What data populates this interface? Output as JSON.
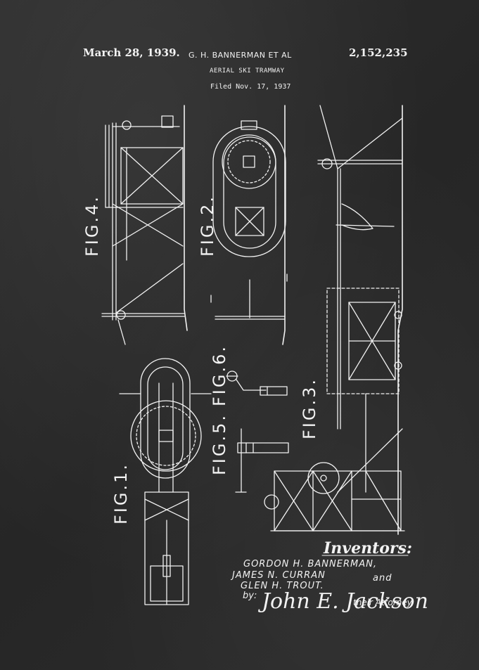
{
  "header": {
    "date": "March 28, 1939.",
    "inventors_short": "G. H. BANNERMAN ET AL",
    "patent_number": "2,152,235",
    "title": "AERIAL SKI TRAMWAY",
    "filed": "Filed Nov. 17, 1937"
  },
  "figures": {
    "fig1": "FIG.1.",
    "fig2": "FIG.2.",
    "fig3": "FIG.3.",
    "fig4": "FIG.4.",
    "fig5": "FIG.5.",
    "fig6": "FIG.6."
  },
  "inventors_block": {
    "heading": "Inventors:",
    "line1": "GORDON H. BANNERMAN,",
    "line2": "JAMES N. CURRAN",
    "and_word": "and",
    "line3": "GLEN H. TROUT.",
    "by_word": "by:",
    "signature": "John E. Jackson",
    "attorney": "their Attorney."
  },
  "colors": {
    "background": "#2a2a2a",
    "ink": "#f2f2f2"
  }
}
